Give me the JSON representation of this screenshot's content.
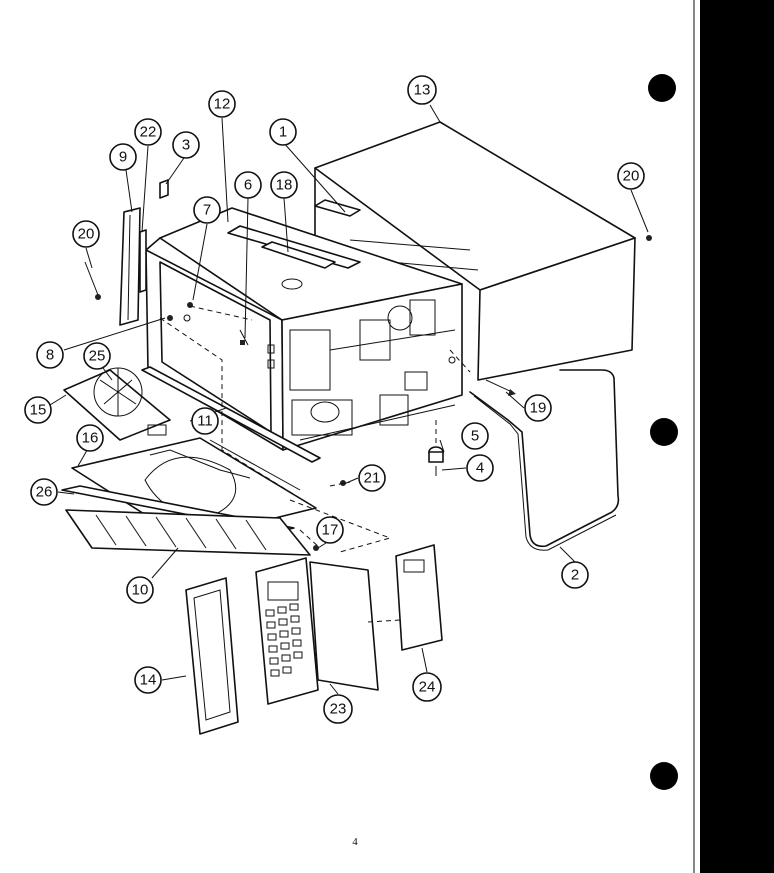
{
  "page": {
    "number": "4"
  },
  "callouts": [
    {
      "label": "1"
    },
    {
      "label": "2"
    },
    {
      "label": "3"
    },
    {
      "label": "4"
    },
    {
      "label": "5"
    },
    {
      "label": "6"
    },
    {
      "label": "7"
    },
    {
      "label": "8"
    },
    {
      "label": "9"
    },
    {
      "label": "10"
    },
    {
      "label": "11"
    },
    {
      "label": "12"
    },
    {
      "label": "13"
    },
    {
      "label": "14"
    },
    {
      "label": "15"
    },
    {
      "label": "16"
    },
    {
      "label": "17"
    },
    {
      "label": "18"
    },
    {
      "label": "19"
    },
    {
      "label": "20"
    },
    {
      "label": "20"
    },
    {
      "label": "21"
    },
    {
      "label": "22"
    },
    {
      "label": "23"
    },
    {
      "label": "24"
    },
    {
      "label": "25"
    },
    {
      "label": "26"
    }
  ],
  "colors": {
    "ink": "#111111",
    "paper": "#ffffff",
    "binding_strip": "#000000"
  }
}
